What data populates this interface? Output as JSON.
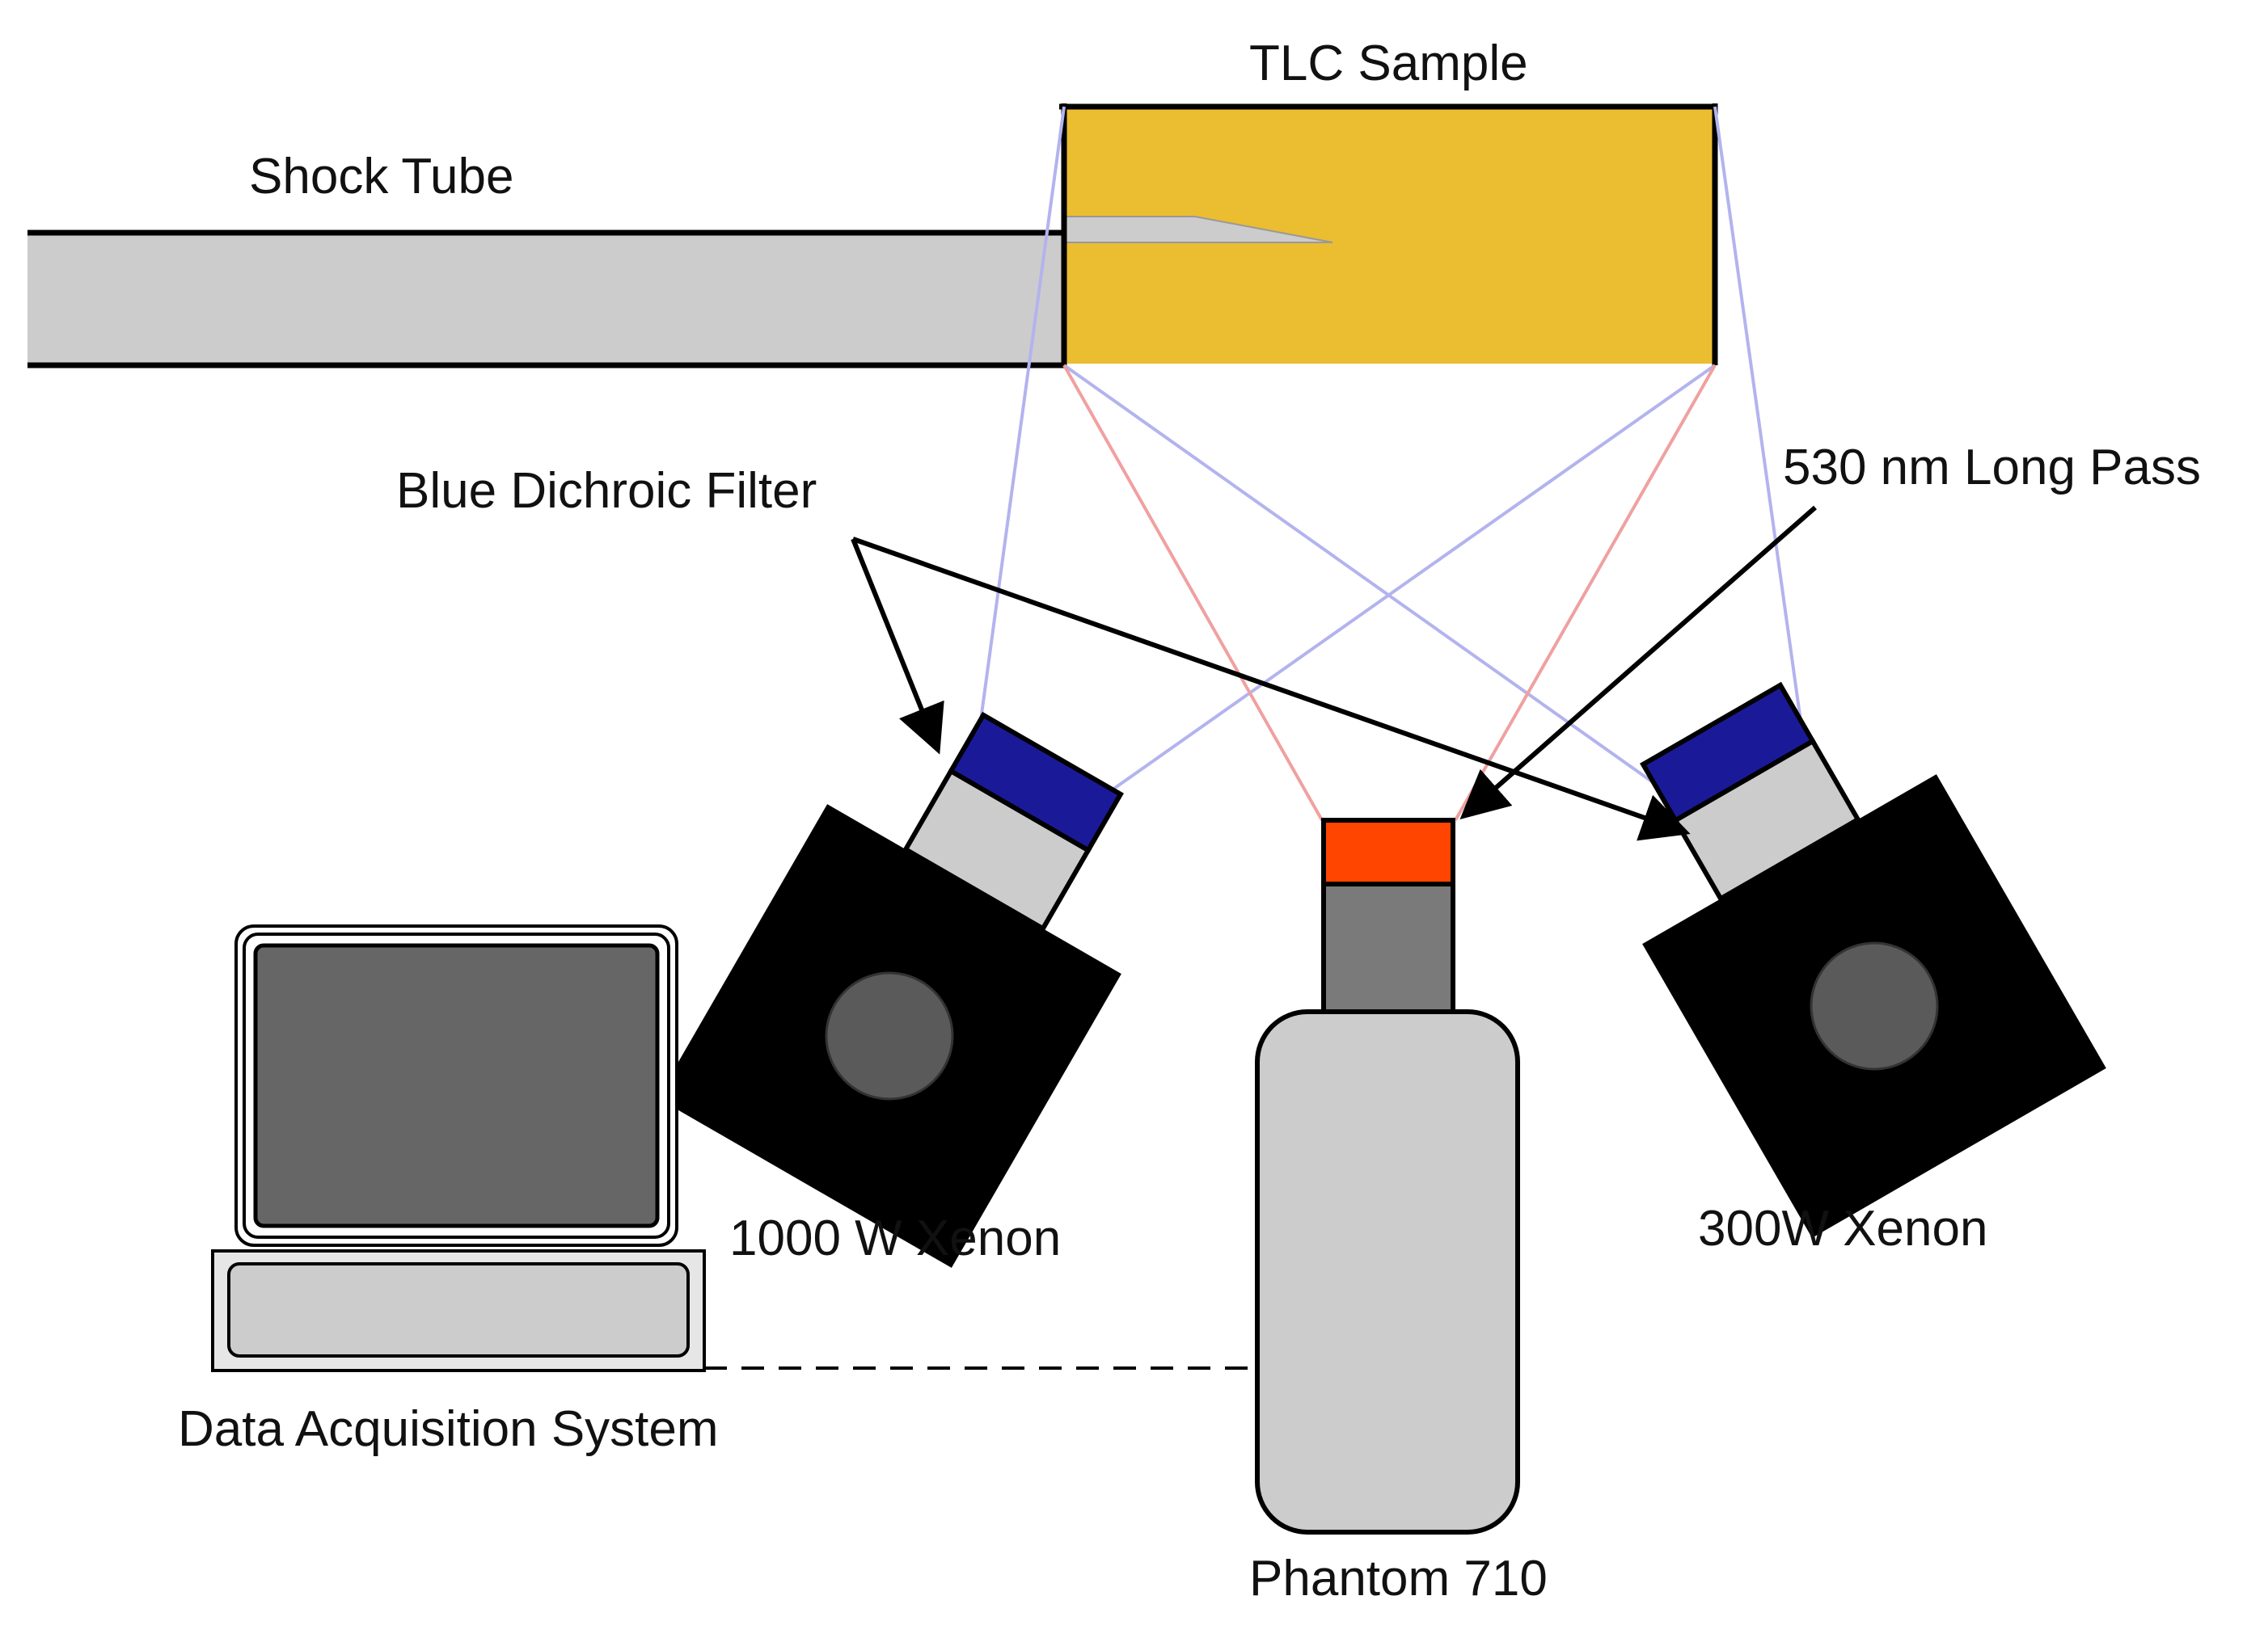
{
  "labels": {
    "tlc_sample": "TLC Sample",
    "shock_tube": "Shock Tube",
    "blue_dichroic_filter": "Blue Dichroic Filter",
    "long_pass": "530 nm Long Pass",
    "xenon_1000": "1000 W Xenon",
    "xenon_300": "300W Xenon",
    "daq": "Data Acquisition System",
    "camera": "Phantom 710"
  },
  "colors": {
    "tlc_sample": "#ebbd30",
    "shock_tube": "#cccccc",
    "blue_filter": "#1a1a99",
    "orange_filter": "#ff4500",
    "lamp_body": "#000000",
    "lamp_lens": "#5a5a5a",
    "camera_body": "#cccccc",
    "camera_lens": "#7a7a7a",
    "screen": "#666666",
    "blue_ray": "#b3b3ee",
    "red_ray": "#f0a0a0"
  },
  "icons": {
    "lamp_left": "xenon-lamp-icon",
    "lamp_right": "xenon-lamp-icon",
    "camera": "high-speed-camera-icon",
    "computer": "computer-icon"
  }
}
